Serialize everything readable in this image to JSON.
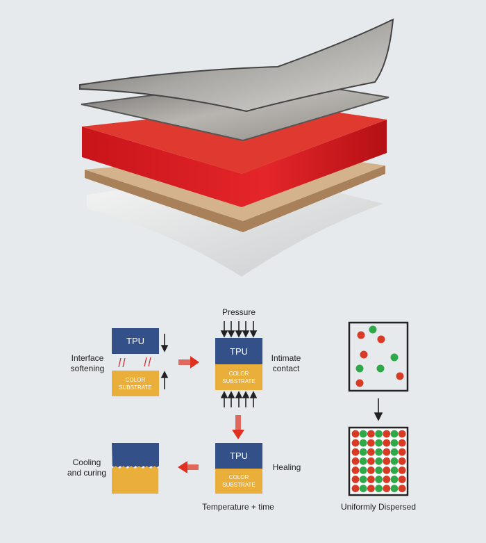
{
  "illustration": {
    "name": "layered-tpu-film-stack"
  },
  "process": {
    "step1": {
      "label_line1": "Interface",
      "label_line2": "softening",
      "tpu": "TPU",
      "substrate_line1": "COLOR",
      "substrate_line2": "SUBSTRATE"
    },
    "step2": {
      "pressure": "Pressure",
      "label_line1": "Intimate",
      "label_line2": "contact",
      "tpu": "TPU",
      "substrate_line1": "COLOR",
      "substrate_line2": "SUBSTRATE"
    },
    "step3": {
      "label": "Healing",
      "caption": "Temperature + time",
      "tpu": "TPU",
      "substrate_line1": "COLOR",
      "substrate_line2": "SUBSTRATE"
    },
    "step4": {
      "label_line1": "Cooling",
      "label_line2": "and curing"
    }
  },
  "dispersion": {
    "caption": "Uniformly Dispersed",
    "colors": {
      "red": "#d93a25",
      "green": "#2fa84a"
    }
  },
  "colors": {
    "tpu": "#335089",
    "substrate": "#eaae3a",
    "arrow": "#e03020",
    "background": "#e6eaec"
  }
}
